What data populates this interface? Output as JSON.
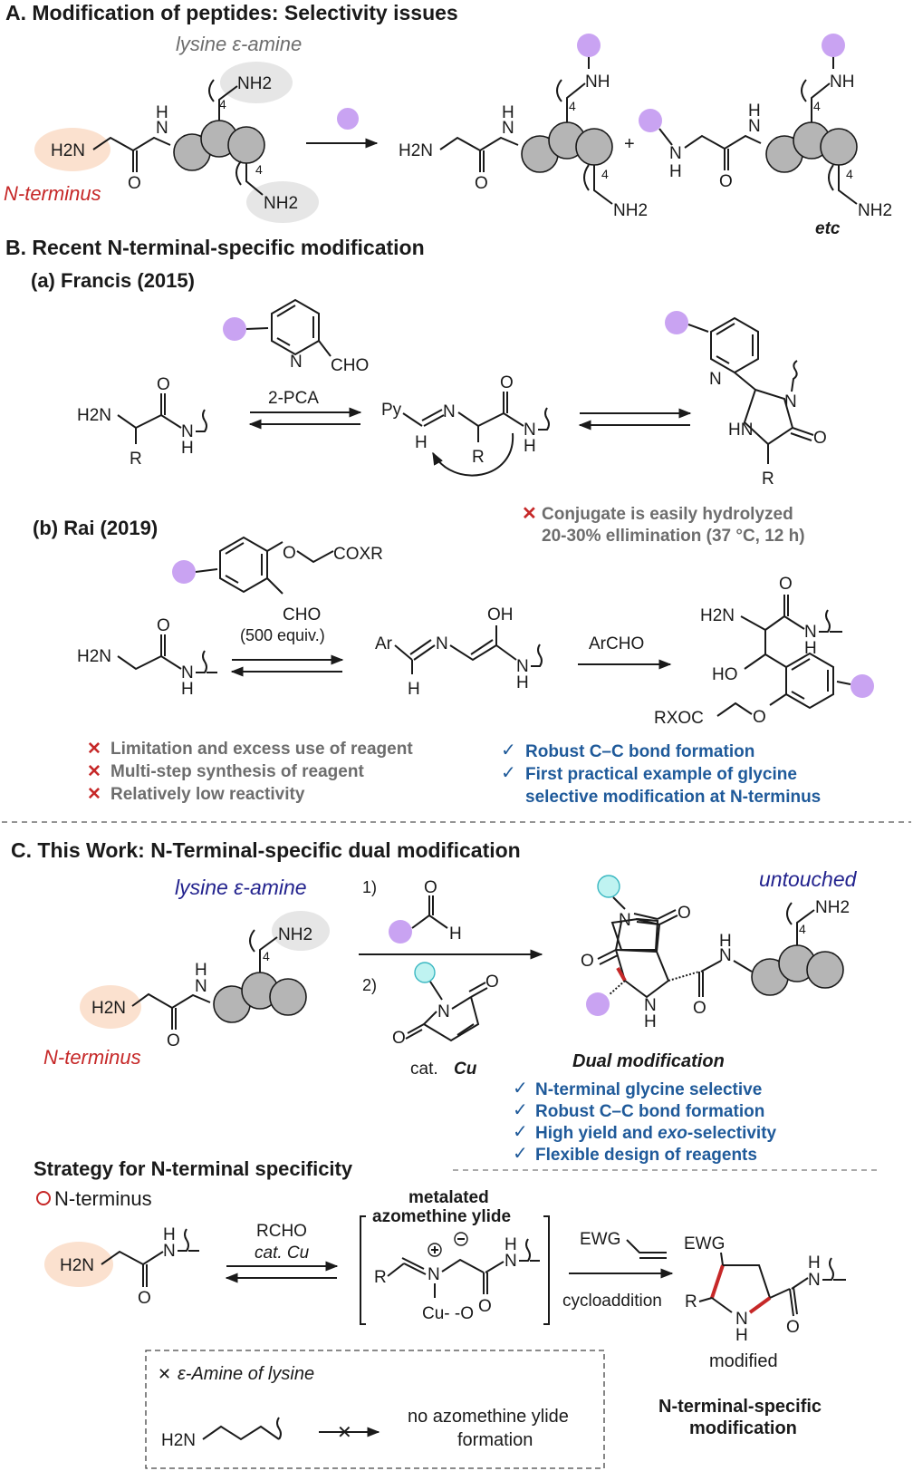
{
  "sectionA": {
    "heading": "A.  Modification of peptides: Selectivity issues",
    "lysine_label": "lysine ε-amine",
    "nterminus_label": "N-terminus",
    "nh2": "NH2",
    "h2n": "H2N",
    "nh": "NH",
    "h": "H",
    "n": "N",
    "o": "O",
    "sub4": "4",
    "plus": "+",
    "etc": "etc"
  },
  "sectionB": {
    "heading": "B.  Recent N-terminal-specific modification",
    "francis": {
      "title": "(a) Francis (2015)",
      "reagent": "2-PCA",
      "cho": "CHO",
      "py": "Py",
      "r": "R",
      "hn": "HN",
      "note_line1": "Conjugate is easily hydrolyzed",
      "note_line2": "20-30% ellimination (37 °C, 12 h)"
    },
    "rai": {
      "title": "(b) Rai (2019)",
      "coxr": "COXR",
      "equiv": "(500 equiv.)",
      "ar": "Ar",
      "oh": "OH",
      "archo": "ArCHO",
      "ho": "HO",
      "rxoc": "RXOC",
      "cons": [
        "Limitation and excess use of reagent",
        "Multi-step synthesis of reagent",
        "Relatively low reactivity"
      ],
      "pros": [
        "Robust C–C bond formation",
        "First practical example of glycine",
        "selective modification at N-terminus"
      ]
    }
  },
  "sectionC": {
    "heading": "C. This Work: N-Terminal-specific dual modification",
    "lysine_label": "lysine ε-amine",
    "nterminus_label": "N-terminus",
    "untouched": "untouched",
    "step1": "1)",
    "step2": "2)",
    "cat": "cat.",
    "cu": "Cu",
    "dual": "Dual modification",
    "benefits": [
      "N-terminal glycine selective",
      "Robust C–C bond formation",
      "High yield and",
      "exo",
      "-selectivity",
      "Flexible design of reagents"
    ]
  },
  "strategy": {
    "heading": "Strategy for N-terminal specificity",
    "nterm": "N-terminus",
    "rcho": "RCHO",
    "catcu": "cat. Cu",
    "ylide_line1": "metalated",
    "ylide_line2": "azomethine ylide",
    "ewg": "EWG",
    "cyclo": "cycloaddition",
    "cu_o": "Cu- -O",
    "modified": "modified",
    "specific_line1": "N-terminal-specific",
    "specific_line2": "modification",
    "lysine_note": "ε-Amine of lysine",
    "no_ylide_line1": "no azomethine ylide",
    "no_ylide_line2": "formation"
  }
}
